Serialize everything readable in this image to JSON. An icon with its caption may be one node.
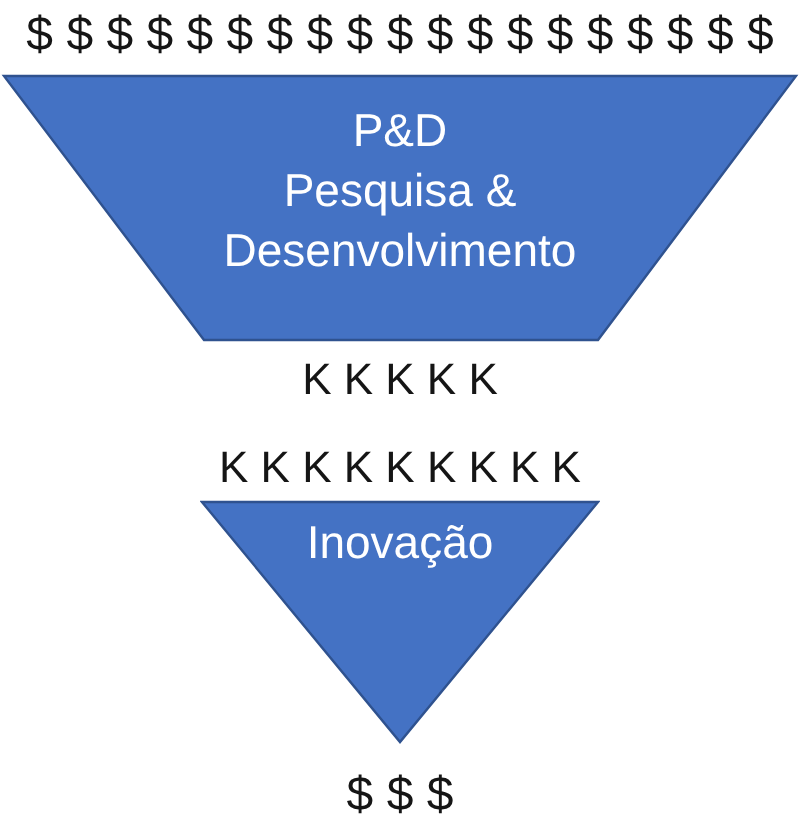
{
  "diagram": {
    "nodes": [
      {
        "text": [
          "P&D",
          "Pesquisa & Desenvolvimento"
        ]
      },
      {
        "text": [
          "Inovação"
        ]
      }
    ],
    "labels": [
      "$ $ $ $ $ $ $ $ $ $ $ $ $ $ $ $ $ $ $",
      "K K K K K",
      "K K K K K K K K K",
      "$ $ $"
    ]
  }
}
